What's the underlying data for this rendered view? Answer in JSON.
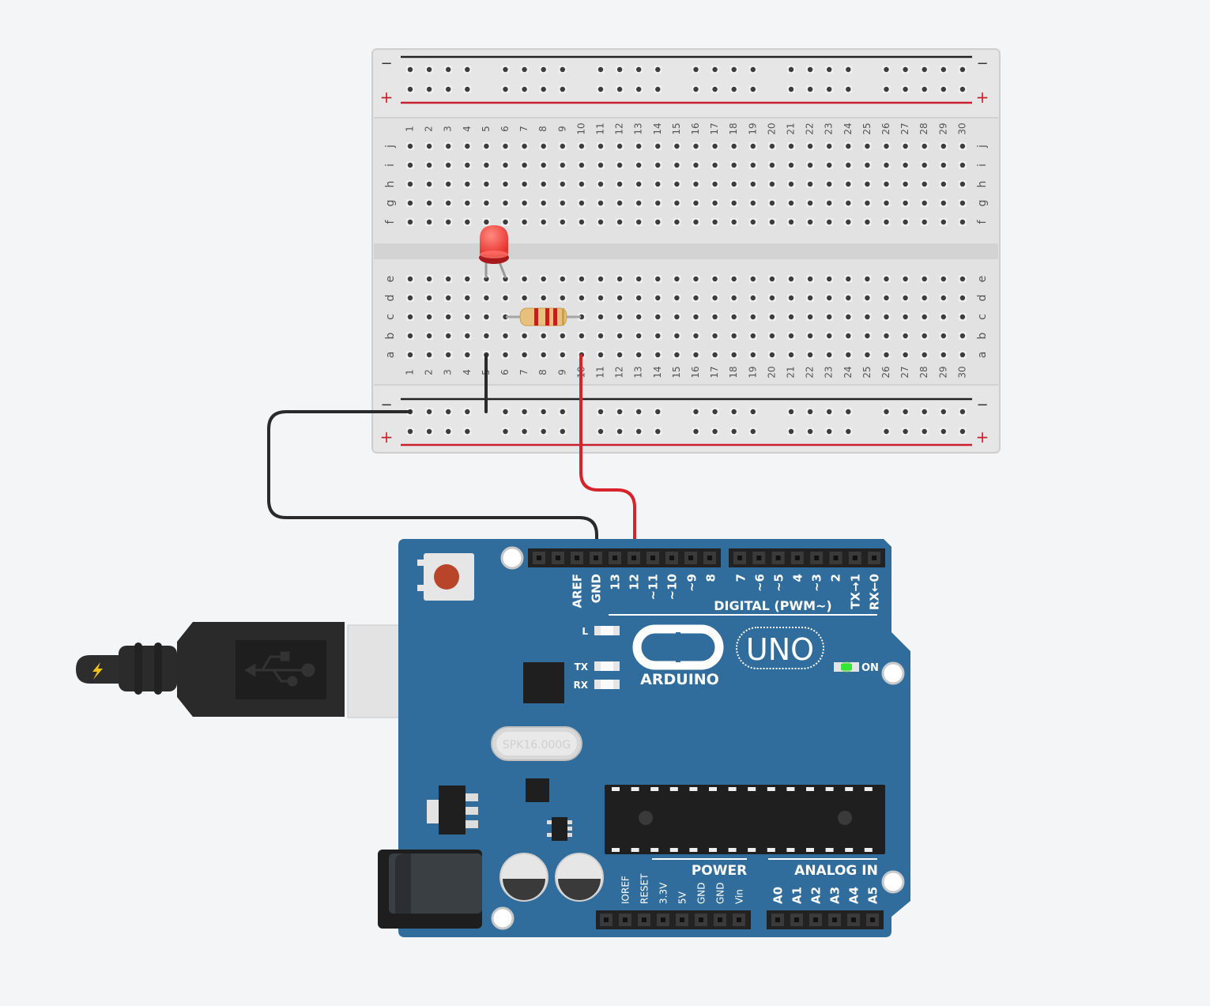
{
  "breadboard": {
    "rail_minus": "−",
    "rail_plus": "+",
    "columns": [
      "1",
      "2",
      "3",
      "4",
      "5",
      "6",
      "7",
      "8",
      "9",
      "10",
      "11",
      "12",
      "13",
      "14",
      "15",
      "16",
      "17",
      "18",
      "19",
      "20",
      "21",
      "22",
      "23",
      "24",
      "25",
      "26",
      "27",
      "28",
      "29",
      "30"
    ],
    "top_rows": [
      "j",
      "i",
      "h",
      "g",
      "f"
    ],
    "bottom_rows": [
      "e",
      "d",
      "c",
      "b",
      "a"
    ],
    "colors": {
      "board": "#e0e0e0",
      "rail_red": "#c8202e",
      "rail_black": "#222222"
    }
  },
  "arduino": {
    "digital_pins": [
      "AREF",
      "GND",
      "13",
      "12",
      "~11",
      "~10",
      "~9",
      "8",
      "7",
      "~6",
      "~5",
      "4",
      "~3",
      "2",
      "TX→1",
      "RX←0"
    ],
    "digital_label": "DIGITAL (PWM~)",
    "led_L": "L",
    "led_TX": "TX",
    "led_RX": "RX",
    "on_label": "ON",
    "logo_text": "ARDUINO",
    "uno_text": "UNO",
    "crystal_text": "SPK16.000G",
    "power_label": "POWER",
    "power_pins": [
      "IOREF",
      "RESET",
      "3.3V",
      "5V",
      "GND",
      "GND",
      "Vin"
    ],
    "analog_label": "ANALOG IN",
    "analog_pins": [
      "A0",
      "A1",
      "A2",
      "A3",
      "A4",
      "A5"
    ],
    "colors": {
      "board": "#306d9c",
      "silk": "#ffffff"
    }
  },
  "components": {
    "led_color": "#e8332e",
    "resistor_bands": [
      "#c0201e",
      "#c0201e",
      "#c0201e",
      "#c9a04a"
    ],
    "wire_gnd_color": "#2a2a2a",
    "wire_signal_color": "#d8232a"
  }
}
